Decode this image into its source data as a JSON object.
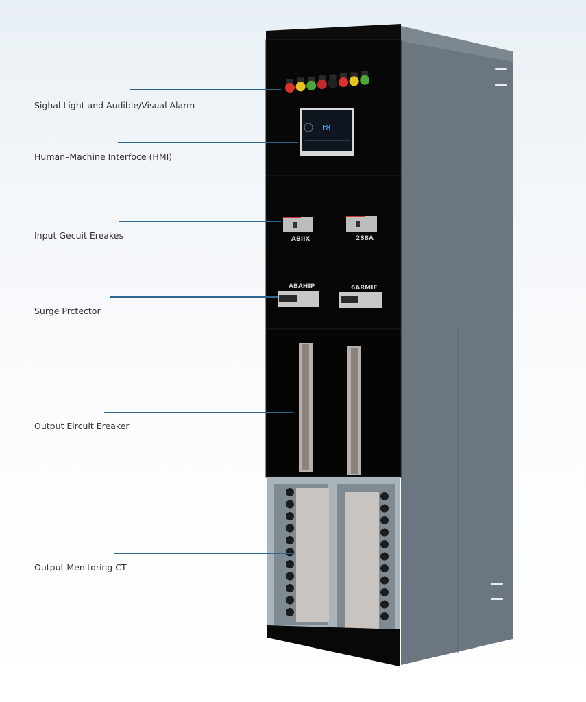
{
  "callouts": [
    {
      "label": "Sighal Light and Audible/Visual Alarm"
    },
    {
      "label": "Human–Machine Interfoce (HMI)"
    },
    {
      "label": "Input Gecuit Ereakes"
    },
    {
      "label": "Surge Prctector"
    },
    {
      "label": "Output Eircuit Ereaker"
    },
    {
      "label": "Output Menitoring CT"
    }
  ],
  "cabinet": {
    "hmi_display": "t8",
    "input_breakers": [
      "ABIIX",
      "2S8A"
    ],
    "surge_protectors": [
      "ABAHIP",
      "6ARMIF"
    ],
    "signal_light_colors": [
      "#d8322a",
      "#e8c21e",
      "#4aa83a",
      "#c22a2a",
      "#222222",
      "#d8322a",
      "#e8c21e",
      "#4aa83a"
    ],
    "leader_color": "#2f6690"
  }
}
